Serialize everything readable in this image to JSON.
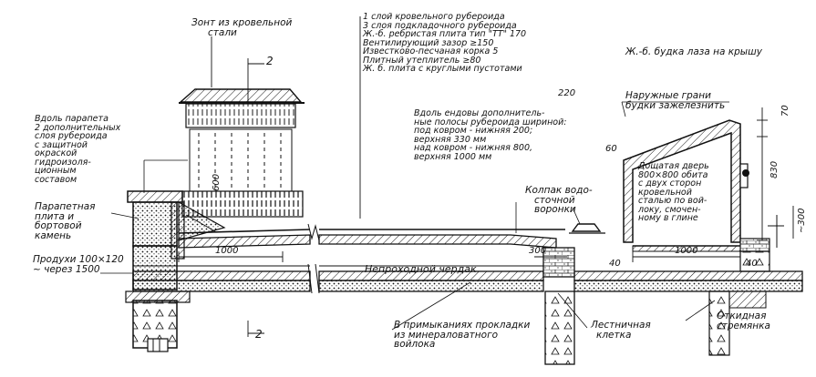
{
  "labels": {
    "umbrella": [
      "Зонт из кровельной",
      "стали"
    ],
    "layers": [
      "1 слой кровельного рубероида",
      "3 слоя подкладочного рубероида",
      "Ж.-б. ребристая плита тип \"ТТ\" 170",
      "Вентилирующий зазор ≥150",
      "Известково-песчаная корка 5",
      "Плитный утеплитель ≥80",
      "Ж. б. плита с круглыми пустотами"
    ],
    "layers_thickness": "220",
    "roof_hatch": "Ж.-б. будка лаза на крышу",
    "outer_edges": [
      "Наружные грани",
      "будки зажелезнить"
    ],
    "parapet_strips": [
      "Вдоль парапета",
      "2 дополнительных",
      "слоя рубероида",
      "с защитной",
      "окраской",
      "гидроизоля-",
      "ционным",
      "составом"
    ],
    "valley_strips": [
      "Вдоль ендовы дополнитель-",
      "ные полосы рубероида шириной:",
      "под ковром - нижняя 200;",
      "верхняя 330 мм",
      "над ковром - нижняя 800,",
      "верхняя 1000 мм"
    ],
    "parapet_plate": [
      "Парапетная",
      "плита и",
      "бортовой",
      "камень"
    ],
    "vents": [
      "Продухи 100×120",
      "~ через 1500"
    ],
    "funnel_cap": [
      "Колпак водо-",
      "сточной",
      "воронки"
    ],
    "door": [
      "Дощатая дверь",
      "800×800 обита",
      "с двух сторон",
      "кровельной",
      "сталью по вой-",
      "локу, смочен-",
      "ному в глине"
    ],
    "attic": "Непроходной чердак",
    "gaskets": [
      "В примыканиях прокладки",
      "из минераловатного",
      "войлока"
    ],
    "stairwell": [
      "Лестничная",
      "клетка"
    ],
    "hinged_ladder": [
      "Откидная",
      "стремянка"
    ]
  },
  "dimensions": {
    "d1000_left": "1000",
    "d1000_right": "1000",
    "d300": "300",
    "d600": "600",
    "d60": "60",
    "d40_left": "40",
    "d40_right": "40",
    "d70": "70",
    "d830": "830",
    "d300_right": "~300"
  },
  "section_marks": {
    "top": "2",
    "bottom": "2"
  },
  "colors": {
    "ink": "#111111",
    "paper": "#ffffff"
  }
}
